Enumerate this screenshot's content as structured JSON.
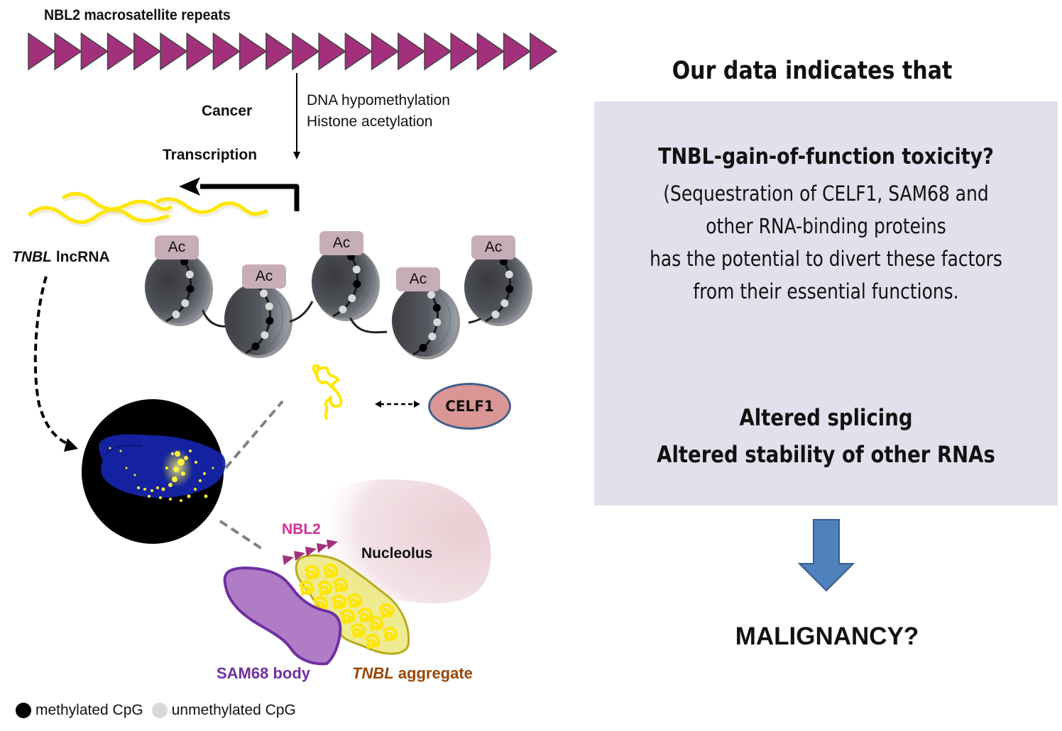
{
  "left_panel": {
    "repeats_title": "NBL2 macrosatellite repeats",
    "repeat_count": 20,
    "repeat_color": "#a3307c",
    "cancer_label": "Cancer",
    "mechanisms": [
      "DNA hypomethylation",
      "Histone acetylation"
    ],
    "transcription_label": "Transcription",
    "lncrna_label_italic": "TNBL",
    "lncrna_label_rest": " lncRNA",
    "acetyl_mark_label": "Ac",
    "nucleosomes": [
      {
        "ac": "Ac",
        "cpg": [
          "methylated",
          "unmethylated",
          "methylated",
          "unmethylated",
          "unmethylated"
        ]
      },
      {
        "ac": "Ac",
        "cpg": [
          "unmethylated",
          "unmethylated",
          "methylated",
          "unmethylated",
          "methylated"
        ]
      },
      {
        "ac": "Ac",
        "cpg": [
          "methylated",
          "unmethylated",
          "methylated",
          "unmethylated",
          "unmethylated"
        ]
      },
      {
        "ac": "Ac",
        "cpg": [
          "unmethylated",
          "methylated",
          "unmethylated",
          "unmethylated",
          "methylated"
        ]
      },
      {
        "ac": "Ac",
        "cpg": [
          "methylated",
          "unmethylated",
          "methylated",
          "unmethylated",
          "unmethylated"
        ]
      }
    ],
    "celf1_label": "CELF1",
    "nbl2_label": "NBL2",
    "nucleolus_label": "Nucleolus",
    "sam68_label": "SAM68 body",
    "aggregate_label_italic": "TNBL",
    "aggregate_label_rest": " aggregate",
    "legend": {
      "methylated": "methylated CpG",
      "unmethylated": "unmethylated CpG"
    }
  },
  "right_panel": {
    "heading": "Our data indicates that",
    "hypothesis_title": "TNBL-gain-of-function toxicity?",
    "hypothesis_body": [
      "(Sequestration of CELF1, SAM68 and",
      "other RNA-binding proteins",
      "has the potential to divert these factors",
      "from their essential functions."
    ],
    "consequences": [
      "Altered splicing",
      "Altered stability of other RNAs"
    ],
    "outcome": "MALIGNANCY?"
  },
  "colors": {
    "box_bg": "#e3dfec",
    "arrow_fill": "#4f81bd",
    "arrow_stroke": "#385d8a",
    "ac_bg": "#c7adb8",
    "celf1_fill": "#d99694",
    "celf1_stroke": "#3f5f8c",
    "rna_yellow": "#ffe600",
    "sam68_fill": "#b07cc6",
    "sam68_stroke": "#7030a0",
    "nbl2_text": "#d02e9a",
    "sam68_text": "#7030a0",
    "aggregate_text": "#974706"
  }
}
